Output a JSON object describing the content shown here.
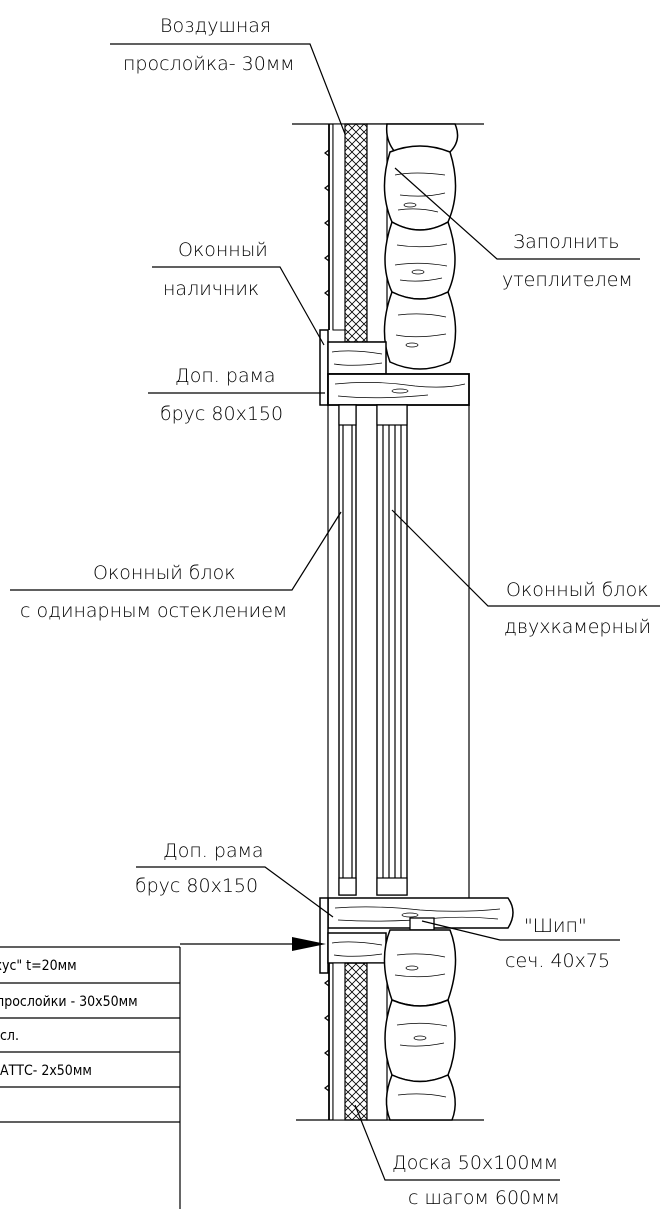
{
  "labels": {
    "air_gap": [
      "Воздушная",
      "прослойка- 30мм"
    ],
    "fill_insulation": [
      "Заполнить",
      "утеплителем"
    ],
    "window_trim": [
      "Оконный",
      "наличник"
    ],
    "extra_frame_top": [
      "Доп. рама",
      "брус 80х150"
    ],
    "single_glazing": [
      "Оконный блок",
      "с одинарным остеклением"
    ],
    "double_chamber": [
      "Оконный блок",
      "двухкамерный"
    ],
    "extra_frame_bottom": [
      "Доп. рама",
      "брус 80х150"
    ],
    "tenon": [
      "\"Шип\"",
      "сеч. 40х75"
    ],
    "board": [
      "Доска 50х100мм",
      "с шагом 600мм"
    ]
  },
  "layers_table": [
    "...-хус\" t=20мм",
    "... прослойки - 30х50мм",
    "...сл.",
    "...АТТС- 2х50мм",
    ""
  ]
}
